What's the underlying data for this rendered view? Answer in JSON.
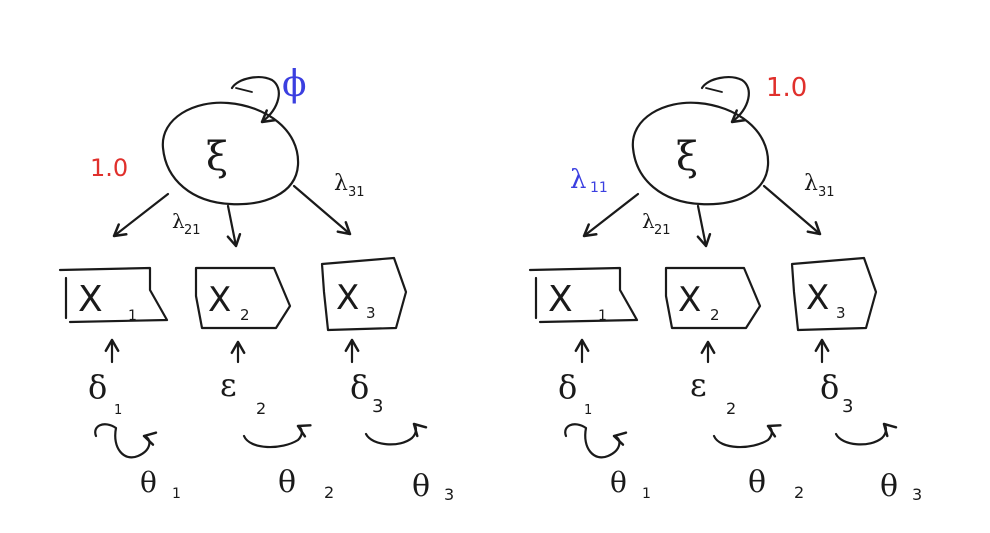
{
  "colors": {
    "ink": "#1a1a1a",
    "red": "#e0302c",
    "blue": "#3b3fe0"
  },
  "left_model": {
    "latent": {
      "symbol": "ξ"
    },
    "variance": {
      "text": "ϕ",
      "color": "blue"
    },
    "loading1": {
      "text": "1.0",
      "color": "red"
    },
    "loading2": {
      "main": "λ",
      "sub": "21"
    },
    "loading3": {
      "main": "λ",
      "sub": "31"
    },
    "indicators": [
      {
        "main": "X",
        "sub": "1"
      },
      {
        "main": "X",
        "sub": "2"
      },
      {
        "main": "X",
        "sub": "3"
      }
    ],
    "errors": [
      {
        "main": "δ",
        "sub": "1"
      },
      {
        "main": "ε",
        "sub": "2"
      },
      {
        "main": "δ",
        "sub": "3"
      }
    ],
    "error_vars": [
      {
        "main": "θ",
        "sub": "1"
      },
      {
        "main": "θ",
        "sub": "2"
      },
      {
        "main": "θ",
        "sub": "3"
      }
    ]
  },
  "right_model": {
    "latent": {
      "symbol": "ξ"
    },
    "variance": {
      "text": "1.0",
      "color": "red"
    },
    "loading1": {
      "main": "λ",
      "sub": "11",
      "color": "blue"
    },
    "loading2": {
      "main": "λ",
      "sub": "21"
    },
    "loading3": {
      "main": "λ",
      "sub": "31"
    },
    "indicators": [
      {
        "main": "X",
        "sub": "1"
      },
      {
        "main": "X",
        "sub": "2"
      },
      {
        "main": "X",
        "sub": "3"
      }
    ],
    "errors": [
      {
        "main": "δ",
        "sub": "1"
      },
      {
        "main": "ε",
        "sub": "2"
      },
      {
        "main": "δ",
        "sub": "3"
      }
    ],
    "error_vars": [
      {
        "main": "θ",
        "sub": "1"
      },
      {
        "main": "θ",
        "sub": "2"
      },
      {
        "main": "θ",
        "sub": "3"
      }
    ]
  }
}
